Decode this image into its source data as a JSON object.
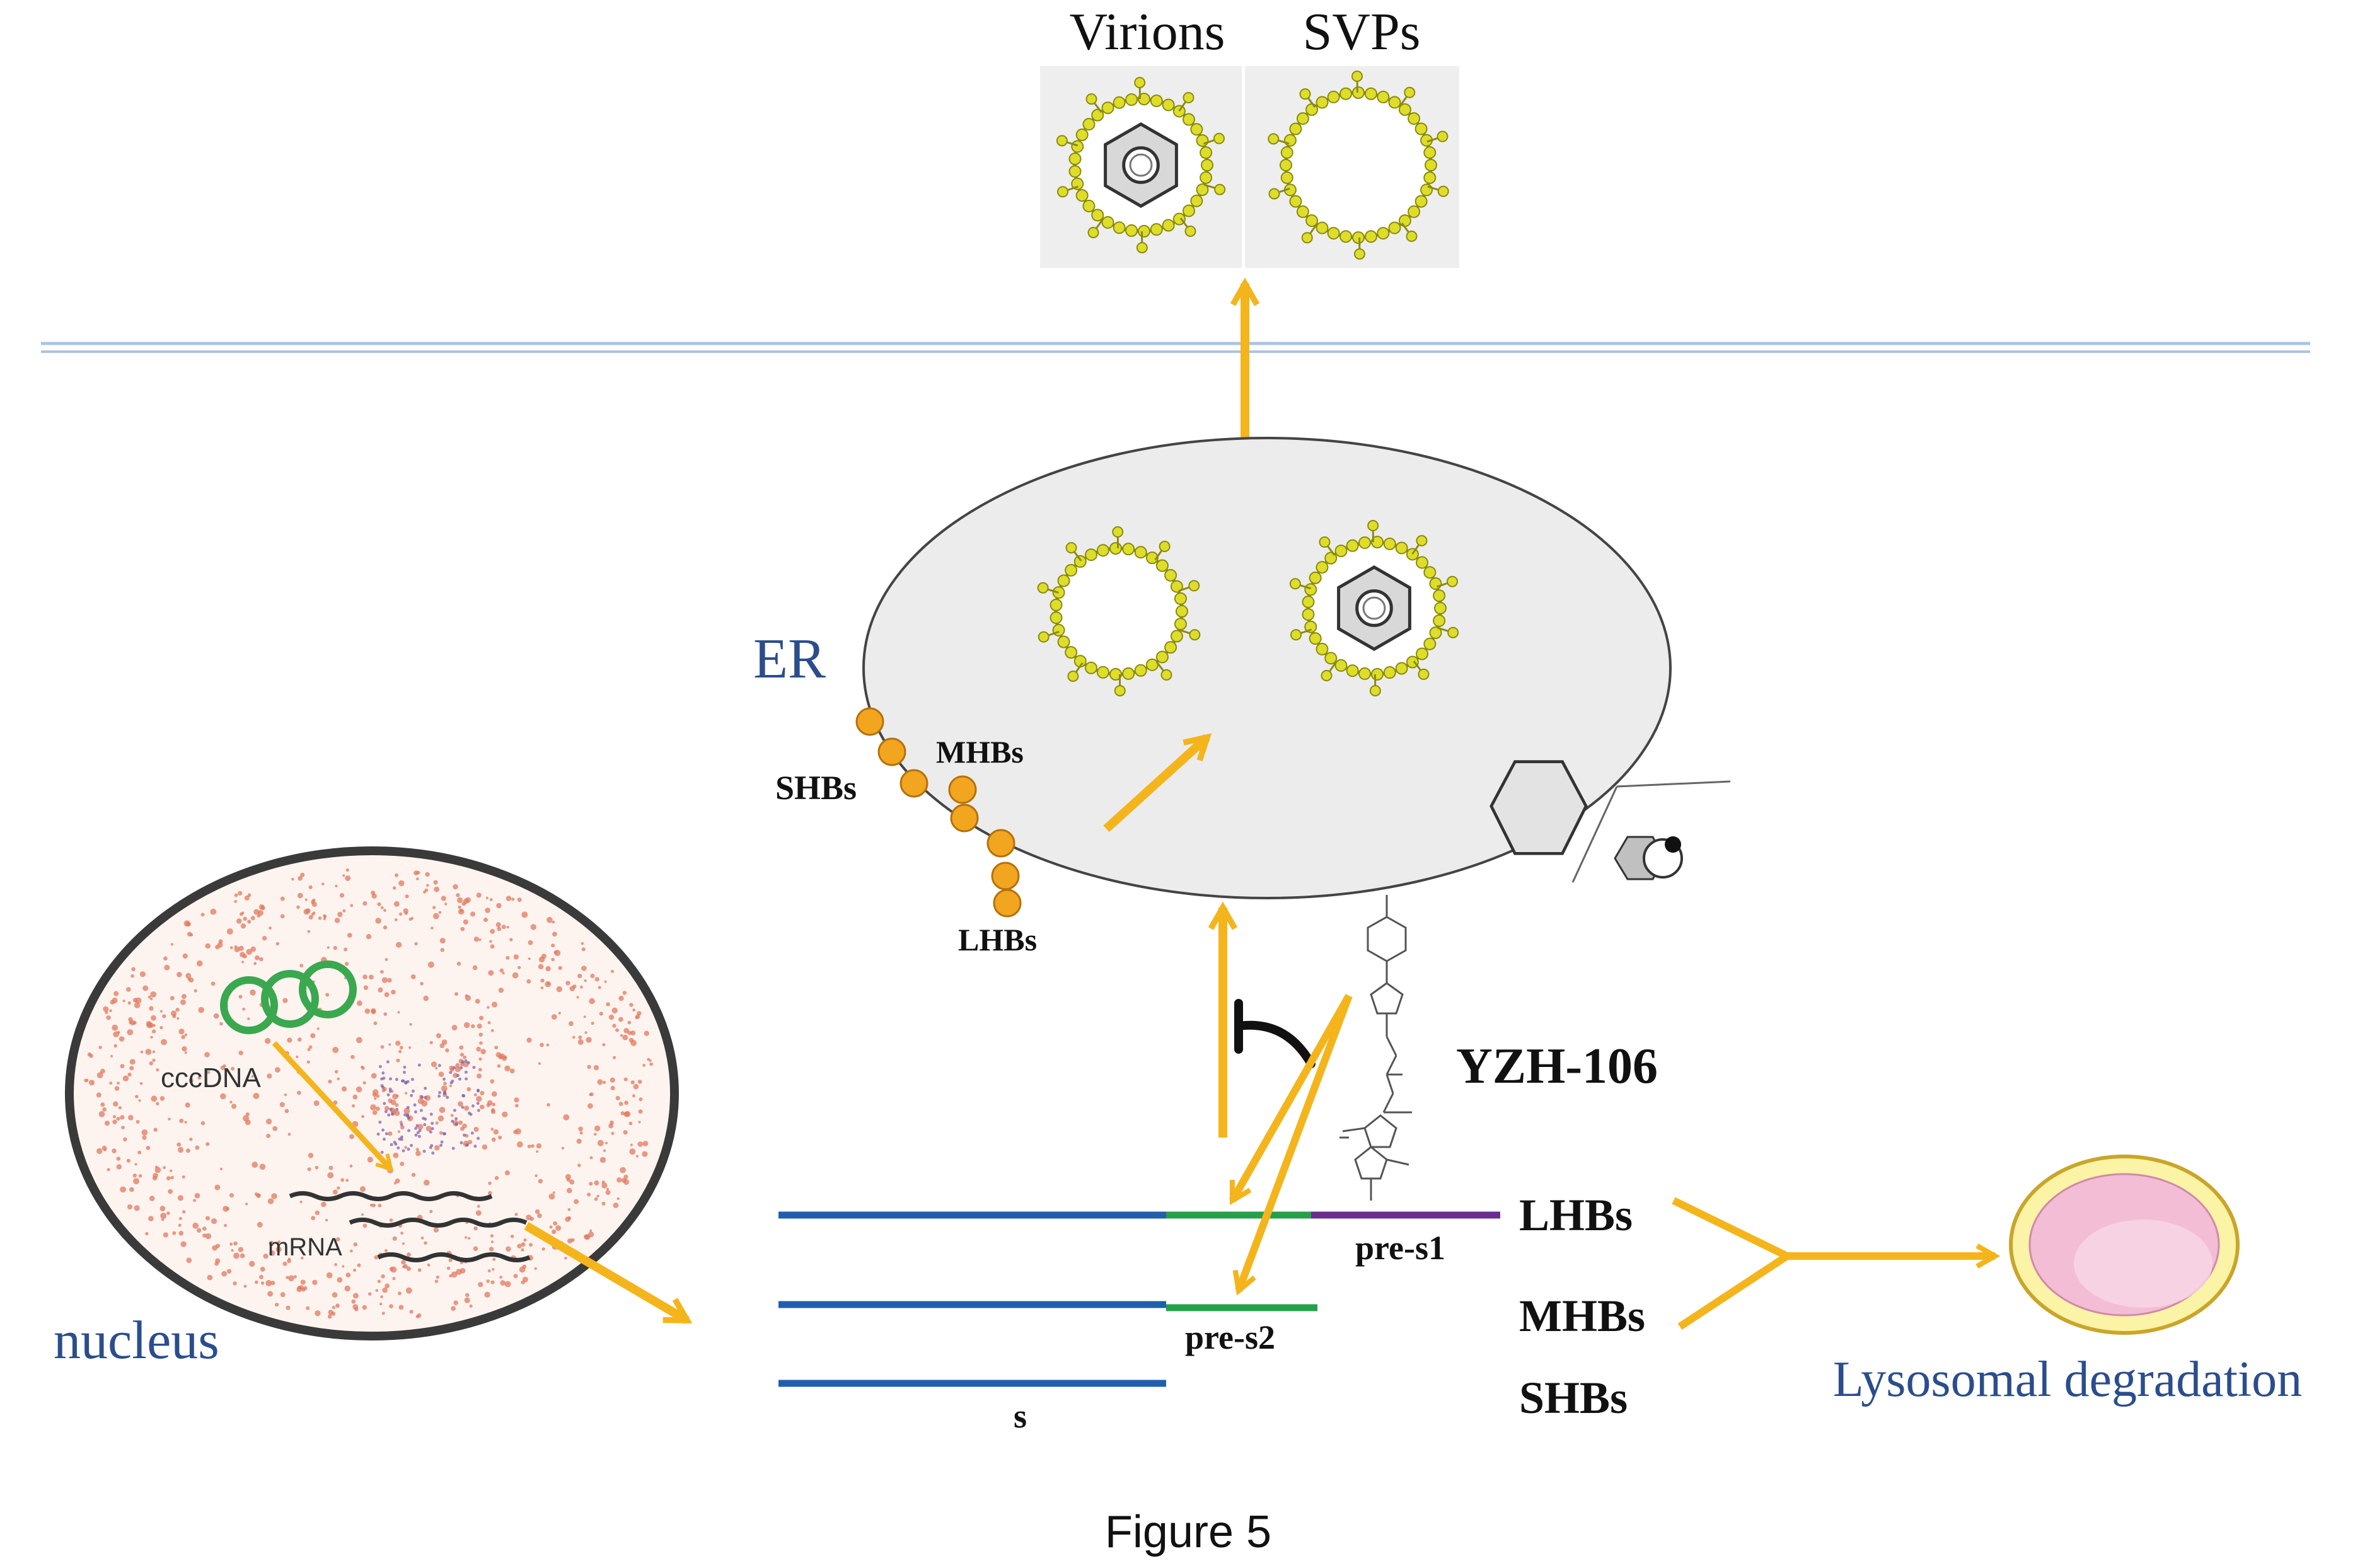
{
  "labels": {
    "virions": "Virions",
    "svps": "SVPs",
    "er": "ER",
    "shbs_er": "SHBs",
    "mhbs_er": "MHBs",
    "lhbs_er": "LHBs",
    "cccdna": "cccDNA",
    "mrna": "mRNA",
    "nucleus": "nucleus",
    "compound": "YZH-106",
    "pre_s1": "pre-s1",
    "pre_s2": "pre-s2",
    "s": "s",
    "lhbs": "LHBs",
    "mhbs": "MHBs",
    "shbs": "SHBs",
    "lysosomal": "Lysosomal degradation",
    "figure": "Figure 5"
  },
  "colors": {
    "arrow": "#f4b51c",
    "membrane": "#a9c4e4",
    "er_fill": "#ececec",
    "s_gene": "#1f5fae",
    "pre_s2_gene": "#25a04a",
    "pre_s1_gene": "#6a2d91",
    "label_blue": "#2b4d8c",
    "protein_bead": "#f2a51f",
    "particle_bead": "#dede2a",
    "cccdna_ring": "#3aa84e",
    "nucleus_dots": "#e07a5f",
    "lysosome_outer": "#fbf3a6",
    "lysosome_inner": "#f3bdd5"
  }
}
